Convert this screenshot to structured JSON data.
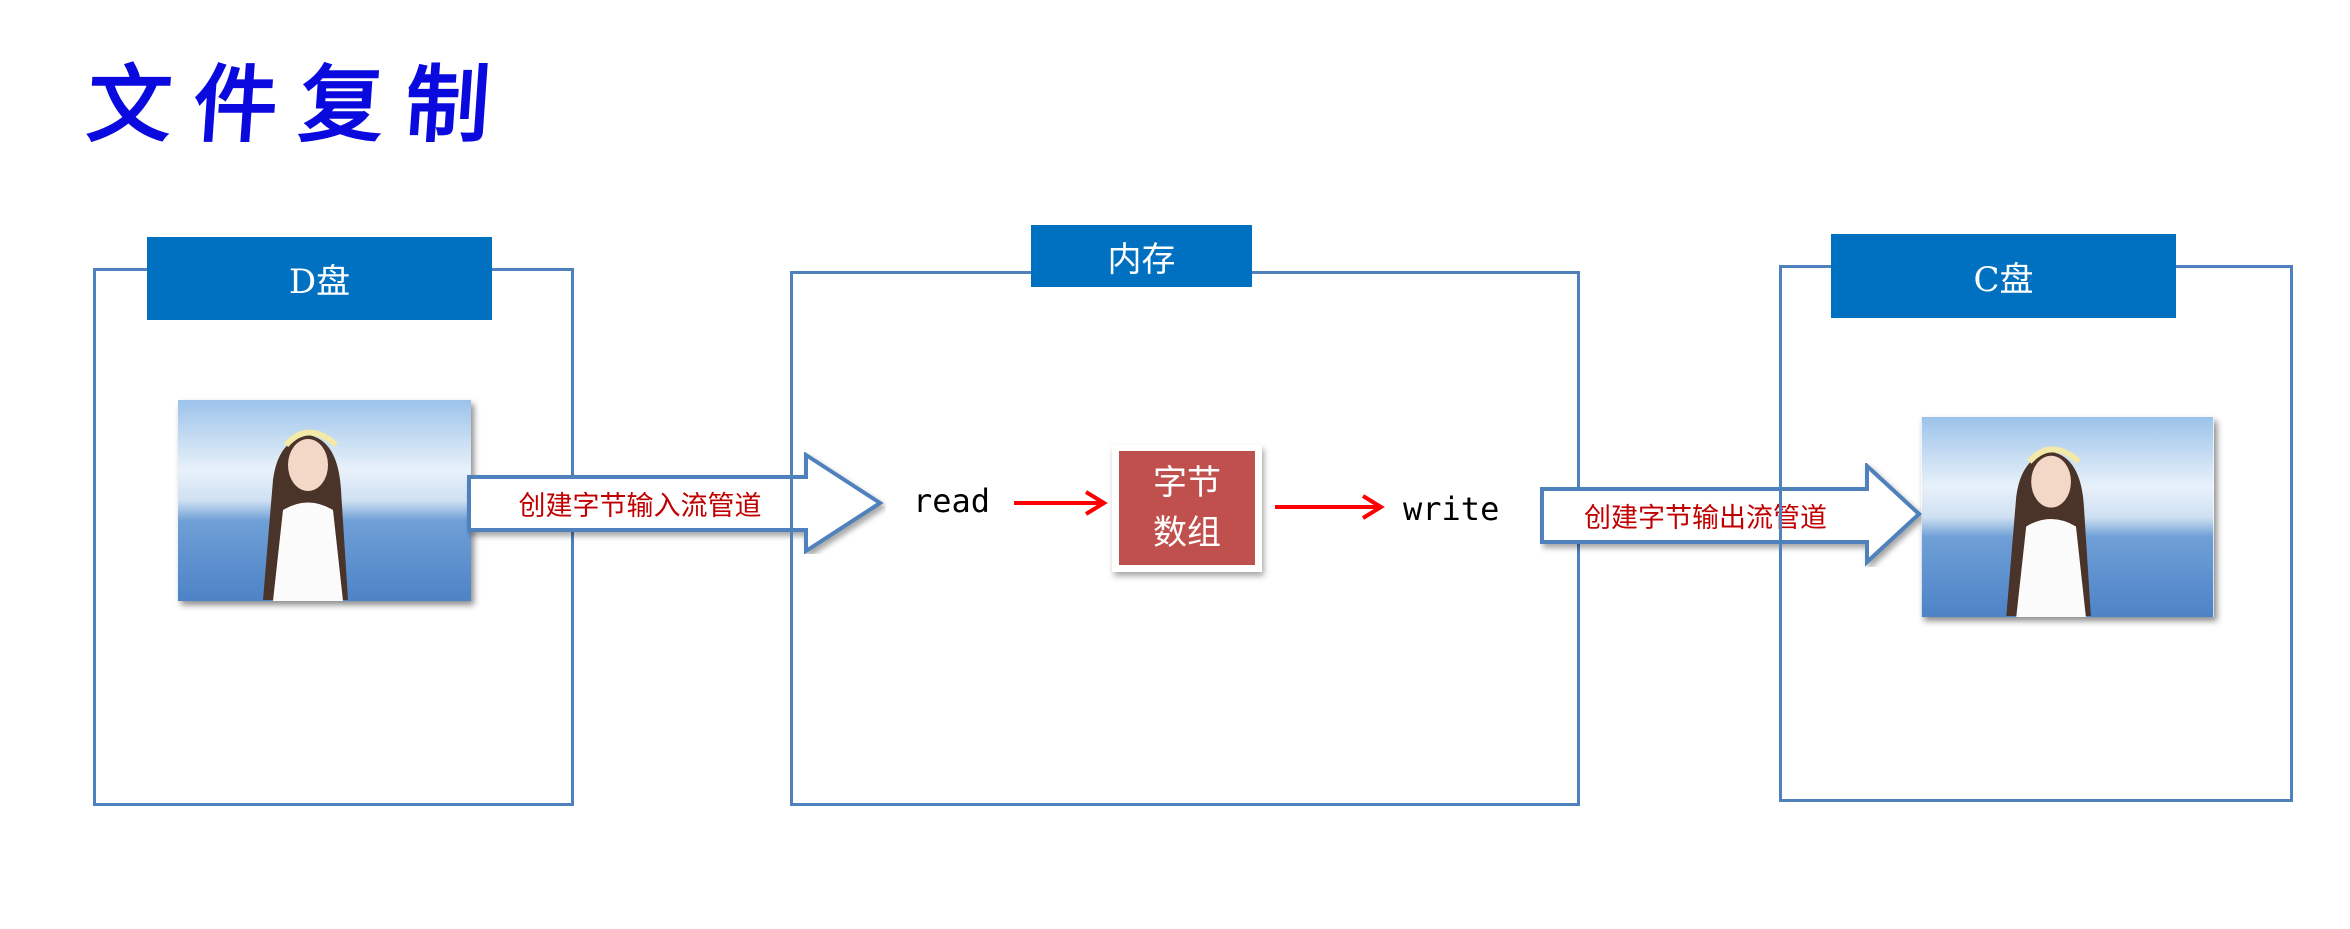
{
  "title": "文件复制",
  "d_drive": {
    "label": "D盘",
    "image": "photo-of-girl-by-sea"
  },
  "memory": {
    "label": "内存",
    "read": "read",
    "write": "write",
    "byte_array_line1": "字节",
    "byte_array_line2": "数组"
  },
  "c_drive": {
    "label": "C盘",
    "image": "photo-of-girl-by-sea"
  },
  "input_arrow": {
    "label": "创建字节输入流管道"
  },
  "output_arrow": {
    "label": "创建字节输出流管道"
  },
  "colors": {
    "title": "#0a0adf",
    "header": "#0070c0",
    "border": "#4f81bd",
    "byte_box": "#c0504d",
    "arrow_text": "#c00000",
    "red_arrow": "#ff0000"
  }
}
